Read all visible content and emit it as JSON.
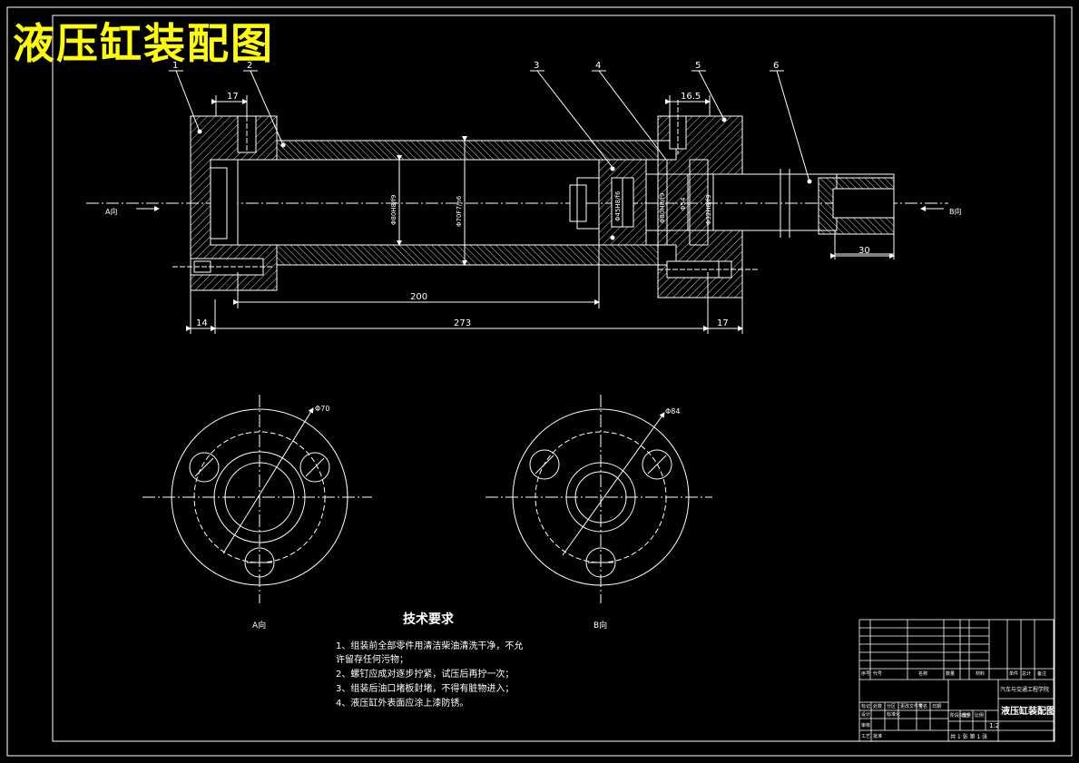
{
  "title": "液压缸装配图",
  "part_numbers": [
    "1",
    "2",
    "3",
    "4",
    "5",
    "6"
  ],
  "dimensions": {
    "d17_top": "17",
    "d16_5": "16.5",
    "d30": "30",
    "d200": "200",
    "d14": "14",
    "d273": "273",
    "d17_bottom": "17"
  },
  "direction_labels": {
    "a": "A向",
    "b": "B向"
  },
  "fit_labels": [
    "Φ80H8/f9",
    "Φ70F7/h6",
    "Φ45H8/f6",
    "Φ80H8/f9",
    "Φ54",
    "Φ32H8/f9"
  ],
  "circle_dims": {
    "a": "Φ70",
    "b": "Φ84"
  },
  "tech_requirements": {
    "title": "技术要求",
    "items": [
      "1、组装前全部零件用清洁柴油清洗干净，不允许留存任何污物；",
      "2、螺钉应成对逐步拧紧，试压后再拧一次；",
      "3、组装后油口堵板封堵，不得有脏物进入；",
      "4、液压缸外表面应涂上漆防锈。"
    ]
  },
  "title_block": {
    "drawing_name": "液压缸装配图",
    "school": "汽车与交通工程学院",
    "scale": "1:2",
    "sheet": "共 1 张  第 1 张",
    "cells": [
      "标记",
      "处数",
      "分区",
      "更改文件号",
      "签名",
      "日期",
      "设计",
      "标准化",
      "审核",
      "工艺",
      "批准",
      "阶段标记",
      "重量",
      "比例",
      "序号",
      "代号",
      "名称",
      "数量",
      "材料",
      "单件",
      "总计",
      "备注"
    ]
  },
  "colors": {
    "background": "#000000",
    "line": "#ffffff",
    "title": "#ffff00"
  }
}
